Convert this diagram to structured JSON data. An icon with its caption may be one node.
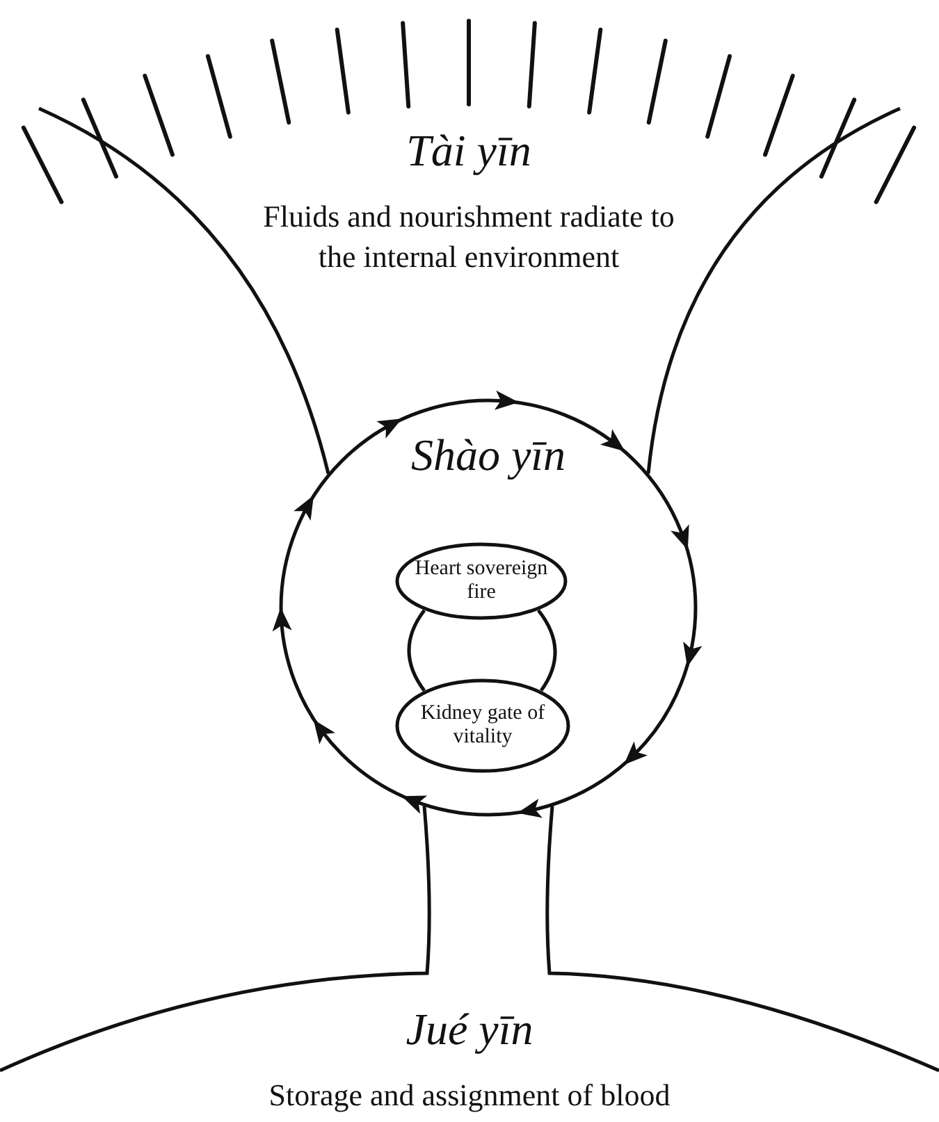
{
  "diagram": {
    "nodes": [
      {
        "text": [
          "Tài yīn",
          "Fluids and nourishment radiate to the internal environment"
        ]
      },
      {
        "text": [
          "Shào yīn"
        ]
      },
      {
        "text": [
          "Heart sovereign fire"
        ],
        "in": 1
      },
      {
        "text": [
          "Kidney gate of vitality"
        ],
        "in": 1
      },
      {
        "text": [
          "Jué yīn",
          "Storage and assignment of blood"
        ]
      }
    ],
    "edges": [
      {
        "from": 2,
        "to": 3,
        "arrow": "none"
      },
      {
        "from": 2,
        "to": 3,
        "arrow": "none"
      }
    ]
  }
}
